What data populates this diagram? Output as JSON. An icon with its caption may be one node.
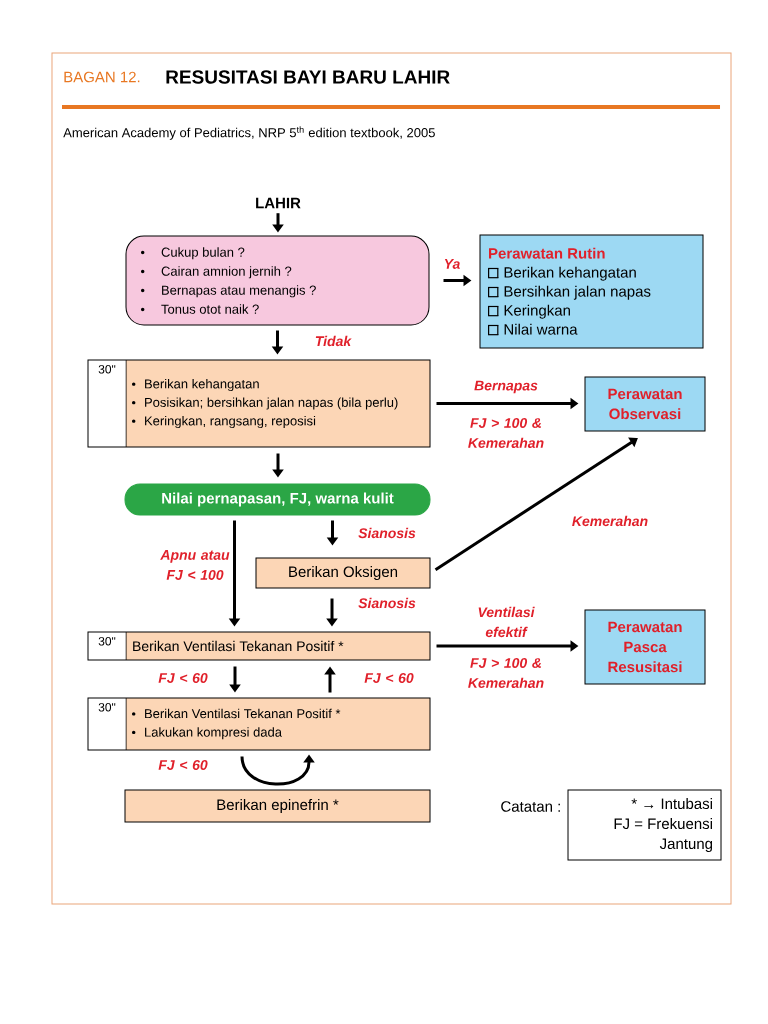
{
  "diagram": {
    "title": "RESUSITASI BAYI BARU LAHIR",
    "nodes": [
      {
        "text": [
          "LAHIR"
        ]
      },
      {
        "text": [
          "Cukup bulan ?",
          "Cairan amnion jernih ?",
          "Bernapas atau menangis ?",
          "Tonus otot naik ?"
        ]
      },
      {
        "text": [
          "Perawatan Rutin",
          "Berikan kehangatan",
          "Bersihkan jalan napas",
          "Keringkan",
          "Nilai warna"
        ]
      },
      {
        "text": [
          "30\"",
          "Berikan kehangatan",
          "Posisikan; bersihkan jalan napas (bila perlu)",
          "Keringkan, rangsang, reposisi"
        ]
      },
      {
        "text": [
          "Perawatan Observasi"
        ]
      },
      {
        "text": [
          "Nilai pernapasan, FJ, warna kulit"
        ]
      },
      {
        "text": [
          "Berikan Oksigen"
        ]
      },
      {
        "text": [
          "30\"",
          "Berikan Ventilasi Tekanan Positif *"
        ]
      },
      {
        "text": [
          "Perawatan Pasca Resusitasi"
        ]
      },
      {
        "text": [
          "30\"",
          "Berikan Ventilasi Tekanan Positif *",
          "Lakukan kompresi dada"
        ]
      },
      {
        "text": [
          "Berikan epinefrin *"
        ]
      },
      {
        "text": [
          "* → Intubasi",
          "FJ = Frekuensi Jantung"
        ],
        "beside": [
          "Catatan :"
        ]
      }
    ],
    "edges": [
      {
        "from": 0,
        "to": 1,
        "arrow": "to"
      },
      {
        "from": 1,
        "to": 2,
        "arrow": "to",
        "label": "Ya"
      },
      {
        "from": 1,
        "to": 3,
        "arrow": "to",
        "label": "Tidak"
      },
      {
        "from": 3,
        "to": 4,
        "arrow": "to",
        "label": "Bernapas"
      },
      {
        "from": 3,
        "to": 5,
        "arrow": "to"
      },
      {
        "from": 5,
        "to": 6,
        "arrow": "to",
        "label": "Sianosis"
      },
      {
        "from": 5,
        "to": 7,
        "arrow": "to",
        "label": "Apnu atau FJ < 100"
      },
      {
        "from": 6,
        "to": 4,
        "arrow": "to",
        "label": "Kemerahan"
      },
      {
        "from": 6,
        "to": 7,
        "arrow": "to",
        "label": "Sianosis"
      },
      {
        "from": 7,
        "to": 8,
        "arrow": "to",
        "label": "Ventilasi efektif"
      },
      {
        "from": 7,
        "to": 9,
        "arrow": "to",
        "label": "FJ < 60"
      },
      {
        "from": 9,
        "to": 7,
        "arrow": "to",
        "label": "FJ < 60"
      },
      {
        "from": 9,
        "to": 9,
        "arrow": "to",
        "label": "FJ < 60"
      }
    ],
    "labels": [
      "BAGAN 12.",
      "American Academy of Pediatrics, NRP 5$^{th}$ edition textbook, 2005",
      "FJ > 100 & Kemerahan",
      "FJ > 100 & Kemerahan"
    ]
  }
}
